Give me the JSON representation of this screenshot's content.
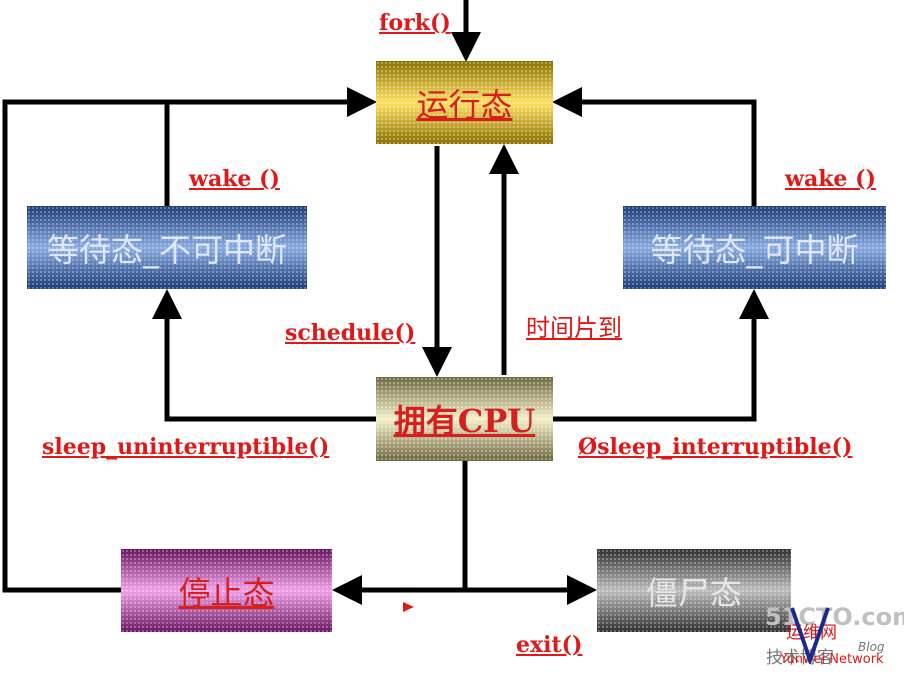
{
  "states": {
    "running": "运行态",
    "wait_uninterruptible": "等待态_不可中断",
    "wait_interruptible": "等待态_可中断",
    "cpu": "拥有CPU",
    "stopped": "停止态",
    "zombie": "僵尸态"
  },
  "transitions": {
    "fork": "fork()",
    "wake_left": "wake ()",
    "wake_right": "wake ()",
    "schedule": "schedule()",
    "time_slice": "时间片到",
    "sleep_uninterruptible": "sleep_uninterruptible()",
    "sleep_interruptible": "Øsleep_interruptible()",
    "exit": "exit()"
  },
  "watermark": {
    "site": "51CTO.com",
    "cn": "运维网",
    "blog_cn": "技术博客",
    "blog": "Blog",
    "network": "Yunwei Network"
  },
  "colors": {
    "arrow": "#000000",
    "label": "#e01818"
  }
}
